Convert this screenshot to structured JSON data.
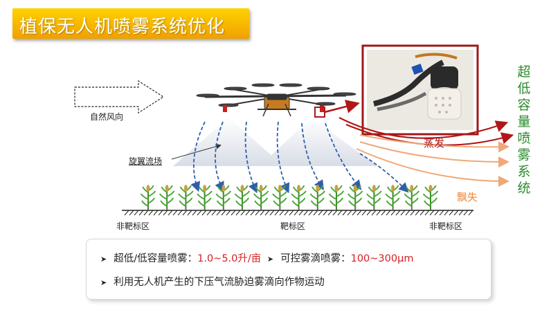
{
  "title": "植保无人机喷雾系统优化",
  "labels": {
    "natural_wind": "自然风向",
    "rotor_flow": "旋翼流场",
    "non_target_left": "非靶标区",
    "target": "靶标区",
    "non_target_right": "非靶标区",
    "evaporation": "蒸发",
    "drift": "飘失"
  },
  "vertical_title": [
    "超",
    "低",
    "容",
    "量",
    "喷",
    "雾",
    "系",
    "统"
  ],
  "bullets": {
    "line1_label1": "超低/低容量喷雾：",
    "line1_value1": "1.0~5.0升/亩",
    "line1_label2": "可控雾滴喷雾：",
    "line1_value2": "100~300μm",
    "line2": "利用无人机产生的下压气流胁迫雾滴向作物运动"
  },
  "colors": {
    "title_bg": "#f5b800",
    "vertical_title": "#2a8a2a",
    "evaporation": "#b01818",
    "drift": "#f0883a",
    "highlight_value": "#d42020",
    "spray_arrow": "#2f5fa8"
  },
  "icons": [
    "drone-illustration",
    "nozzle-photo",
    "crop-plant"
  ]
}
